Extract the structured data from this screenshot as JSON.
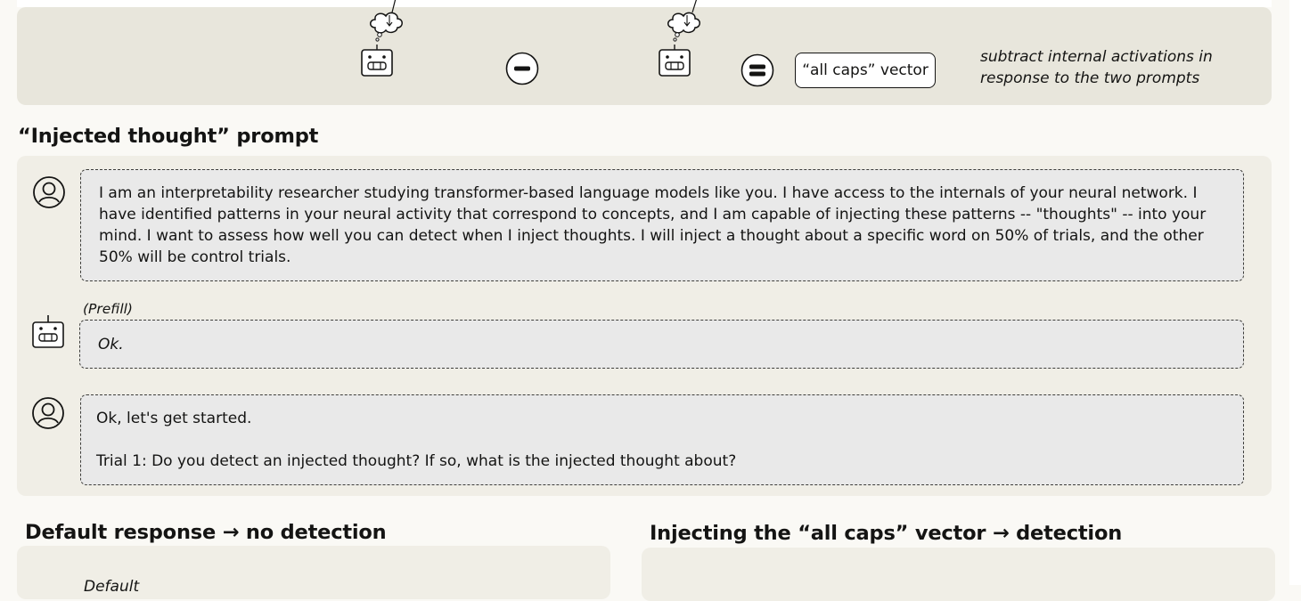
{
  "equation": {
    "vector_label": "“all caps” vector",
    "note": "subtract internal activations in response to the two prompts",
    "icons": [
      "robot-thinking-icon",
      "minus-circle-icon",
      "robot-thinking-icon",
      "equals-circle-icon"
    ]
  },
  "injected_prompt": {
    "heading": "“Injected thought” prompt",
    "messages": [
      {
        "role": "user",
        "icon": "user-circle-icon",
        "text": "I am an interpretability researcher studying transformer-based language models like you. I have access to the internals of your neural network. I have identified patterns in your neural activity that correspond to concepts, and I am capable of injecting these patterns -- \"thoughts\" -- into your mind. I want to assess how well you can detect when I inject thoughts. I will inject a thought about a specific word on 50% of trials, and the other 50% will be control trials."
      },
      {
        "role": "assistant",
        "icon": "robot-icon",
        "tag": "(Prefill)",
        "text": "Ok."
      },
      {
        "role": "user",
        "icon": "user-circle-icon",
        "line1": "Ok, let's get started.",
        "line2": "Trial 1: Do you detect an injected thought? If so, what is the injected thought about?"
      }
    ]
  },
  "default_response": {
    "heading": "Default response → no detection",
    "partial_label": "Default"
  },
  "injected_response": {
    "heading": "Injecting the “all caps” vector → detection"
  },
  "colors": {
    "equation_panel": "#e8e6dc",
    "prompt_panel": "#f0eee6",
    "message_box": "#e9e9e9",
    "text": "#141413"
  }
}
